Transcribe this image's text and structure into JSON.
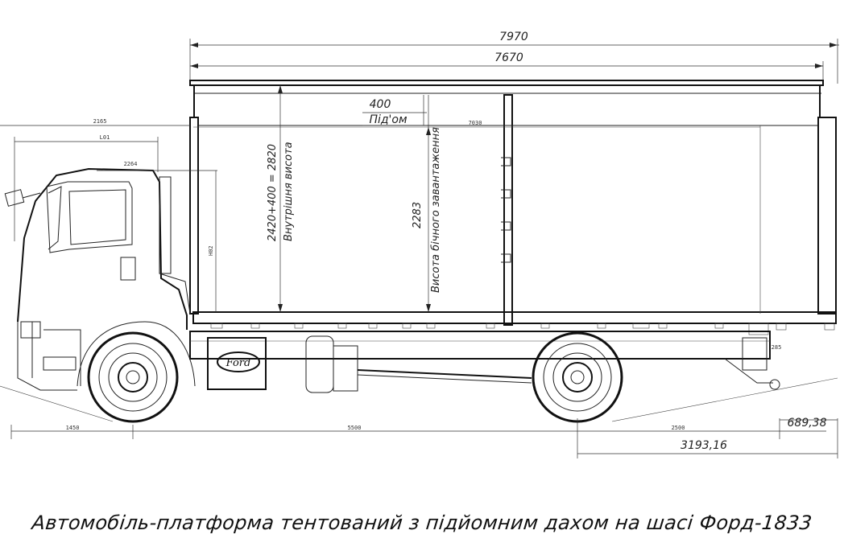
{
  "caption": "Автомобіль-платформа тентований з підйомним дахом на шасі Форд-1833",
  "brand": "Ford",
  "dimensions": {
    "overall_length": "7970",
    "body_length": "7670",
    "roof_lift": "400",
    "roof_lift_label": "Під'ом",
    "inner_length": "7030",
    "cab_to_axle": "2165",
    "l01": "L01",
    "cab_height": "2264",
    "h02": "H02",
    "inner_height": "2420+400 = 2820",
    "inner_height_label": "Внутрішня висота",
    "side_height": "2283",
    "side_height_label": "Висота бічного завантаження",
    "front_overhang": "1450",
    "wheelbase": "5500",
    "rear_wheelbase": "2500",
    "rear_overhang": "3193,16",
    "angle_offset": "689,38",
    "hitch_height": "285"
  }
}
